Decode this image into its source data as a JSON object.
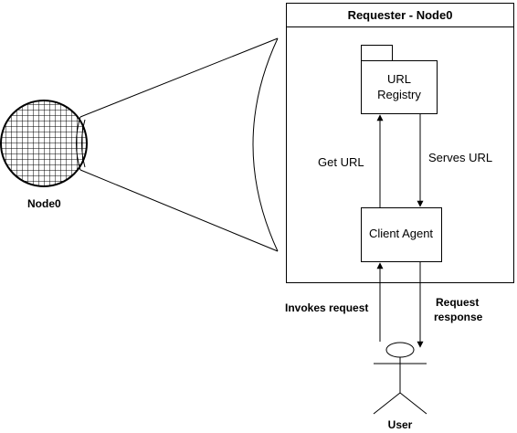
{
  "node": {
    "label": "Node0"
  },
  "requester_box": {
    "title": "Requester - Node0"
  },
  "url_registry": {
    "line1": "URL",
    "line2": "Registry"
  },
  "client_agent": {
    "label": "Client Agent"
  },
  "edges": {
    "get_url": "Get URL",
    "serves_url": "Serves URL",
    "invokes_request": "Invokes request",
    "request_response_line1": "Request",
    "request_response_line2": "response"
  },
  "user": {
    "label": "User"
  },
  "colors": {
    "stroke": "#000000",
    "box_fill": "#ffffff",
    "background": "#ffffff"
  }
}
